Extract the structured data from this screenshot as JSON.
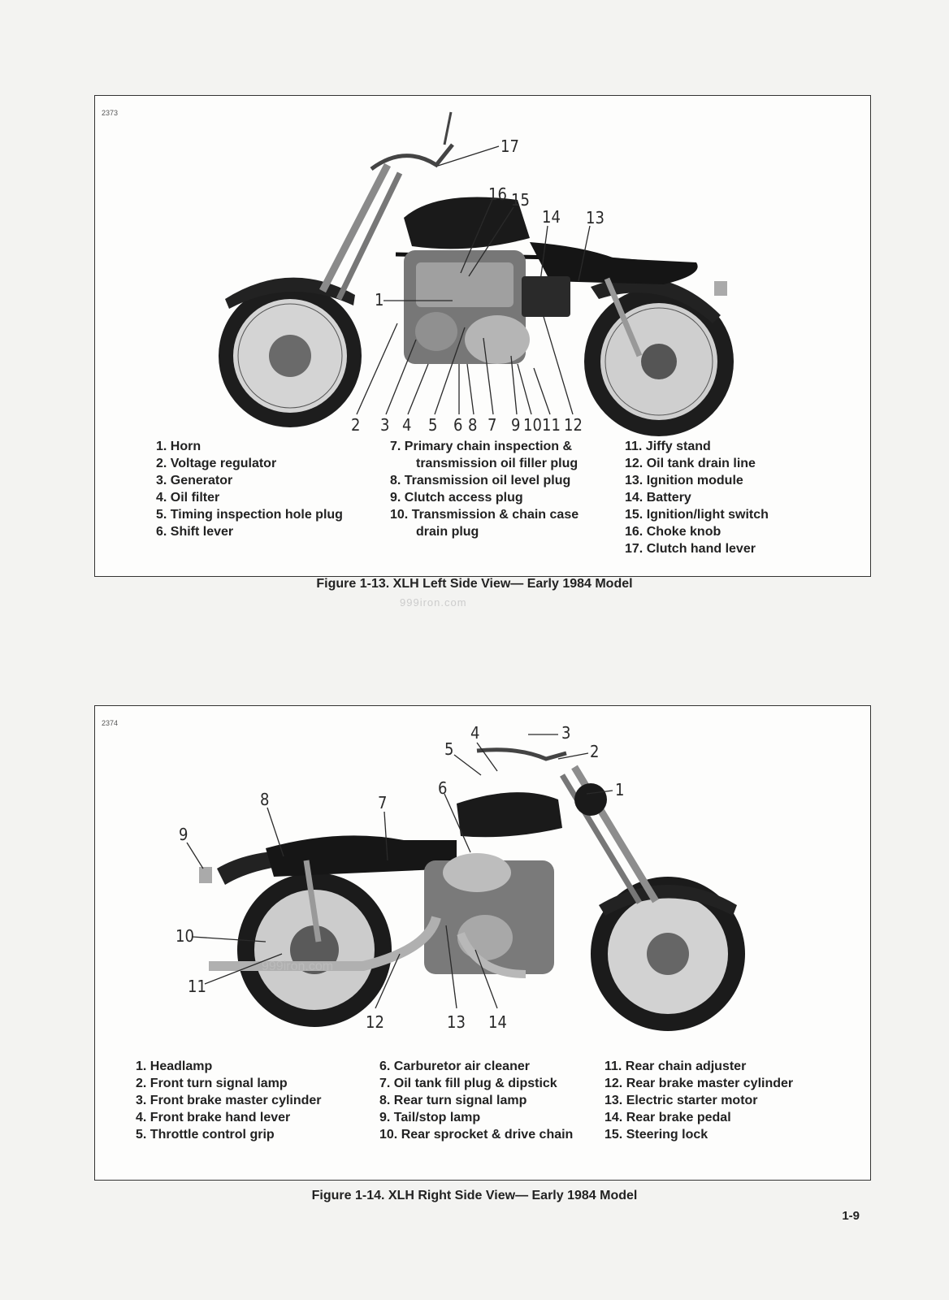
{
  "figure1": {
    "number": "2373",
    "callouts": [
      "17",
      "16",
      "15",
      "14",
      "13",
      "1",
      "2",
      "3",
      "4",
      "5",
      "6",
      "8",
      "7",
      "9",
      "10",
      "11",
      "12"
    ],
    "legend": {
      "col1": [
        "1. Horn",
        "2. Voltage regulator",
        "3. Generator",
        "4. Oil filter",
        "5. Timing inspection hole plug",
        "6. Shift lever"
      ],
      "col2": [
        "7. Primary chain inspection &",
        "transmission oil filler plug",
        "8. Transmission oil level plug",
        "9. Clutch access plug",
        "10. Transmission & chain case",
        "drain plug"
      ],
      "col3": [
        "11. Jiffy stand",
        "12. Oil tank drain line",
        "13. Ignition module",
        "14. Battery",
        "15. Ignition/light switch",
        "16. Choke knob",
        "17. Clutch hand lever"
      ]
    },
    "caption": "Figure 1-13. XLH Left Side View— Early 1984 Model",
    "watermark": "999iron.com"
  },
  "figure2": {
    "number": "2374",
    "callouts": [
      "4",
      "3",
      "5",
      "2",
      "1",
      "6",
      "8",
      "7",
      "9",
      "10",
      "11",
      "12",
      "13",
      "14"
    ],
    "legend": {
      "col1": [
        "1. Headlamp",
        "2. Front turn signal lamp",
        "3. Front brake master cylinder",
        "4. Front brake hand lever",
        "5. Throttle control grip"
      ],
      "col2": [
        "6. Carburetor air cleaner",
        "7. Oil tank fill plug & dipstick",
        "8. Rear turn signal lamp",
        "9. Tail/stop lamp",
        "10. Rear sprocket & drive chain"
      ],
      "col3": [
        "11. Rear chain adjuster",
        "12. Rear brake master cylinder",
        "13. Electric starter motor",
        "14. Rear brake pedal",
        "15. Steering lock"
      ]
    },
    "caption": "Figure 1-14. XLH Right Side View— Early 1984 Model",
    "watermark": "999iron.com"
  },
  "page_number": "1-9"
}
